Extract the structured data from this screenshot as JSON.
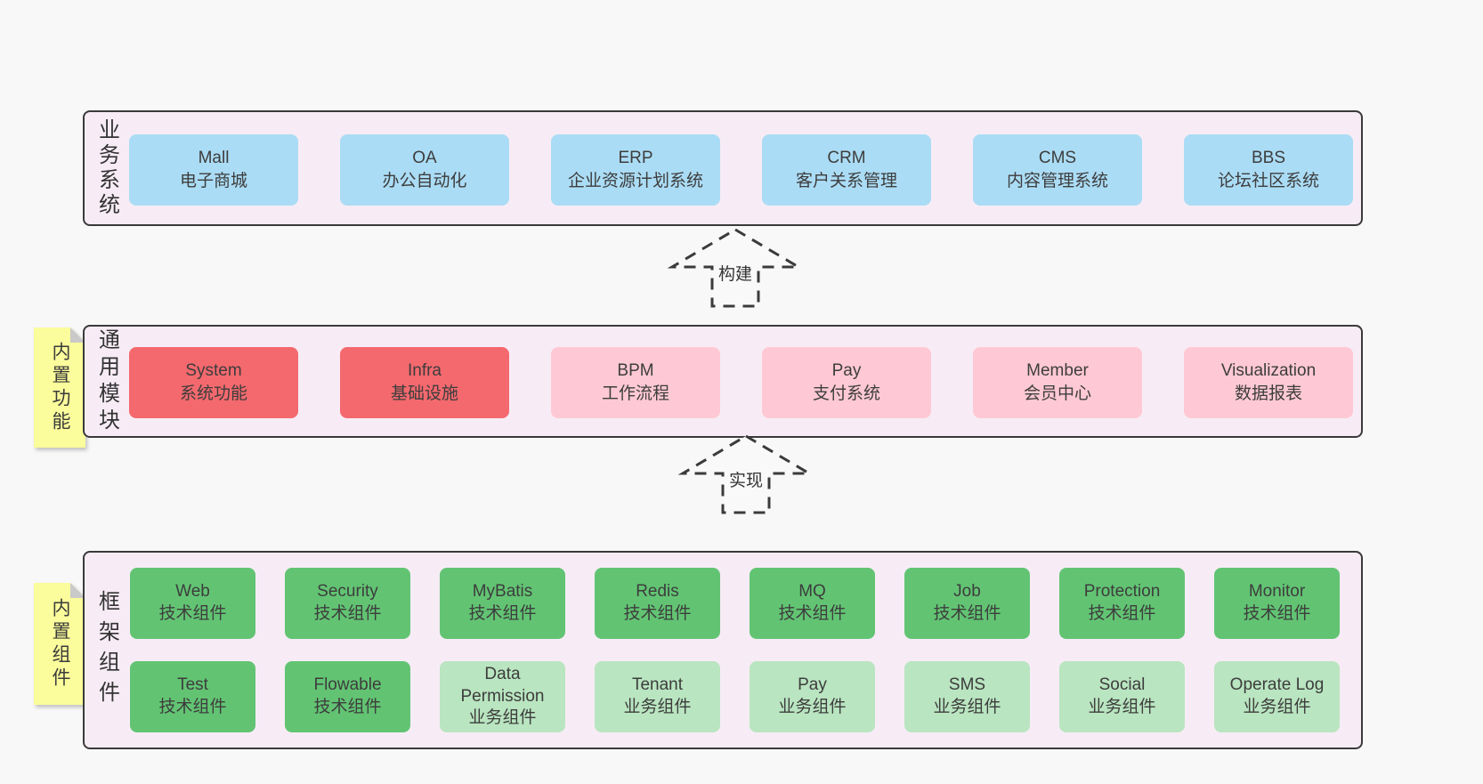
{
  "colors": {
    "page-bg": "#f8f8f8",
    "container-bg": "#f7ecf5",
    "container-border": "#3a3a3a",
    "box-text": "#3d3d3d",
    "blue": "#abdcf5",
    "red": "#f4696e",
    "pink": "#fec9d4",
    "green": "#62c473",
    "light-green": "#b9e5c0",
    "sticky-yellow": "#fbfc9b",
    "sticky-fold": "#c9c9c9"
  },
  "arrows": [
    {
      "label": "构建"
    },
    {
      "label": "实现"
    }
  ],
  "layers": [
    {
      "label": "业务系统",
      "sticky": null,
      "rows": [
        [
          {
            "en": "Mall",
            "zh": "电子商城",
            "type": "blue"
          },
          {
            "en": "OA",
            "zh": "办公自动化",
            "type": "blue"
          },
          {
            "en": "ERP",
            "zh": "企业资源计划系统",
            "type": "blue"
          },
          {
            "en": "CRM",
            "zh": "客户关系管理",
            "type": "blue"
          },
          {
            "en": "CMS",
            "zh": "内容管理系统",
            "type": "blue"
          },
          {
            "en": "BBS",
            "zh": "论坛社区系统",
            "type": "blue"
          }
        ]
      ]
    },
    {
      "label": "通用模块",
      "sticky": "内置功能",
      "rows": [
        [
          {
            "en": "System",
            "zh": "系统功能",
            "type": "red"
          },
          {
            "en": "Infra",
            "zh": "基础设施",
            "type": "red"
          },
          {
            "en": "BPM",
            "zh": "工作流程",
            "type": "pink"
          },
          {
            "en": "Pay",
            "zh": "支付系统",
            "type": "pink"
          },
          {
            "en": "Member",
            "zh": "会员中心",
            "type": "pink"
          },
          {
            "en": "Visualization",
            "zh": "数据报表",
            "type": "pink"
          }
        ]
      ]
    },
    {
      "label": "框架组件",
      "sticky": "内置组件",
      "rows": [
        [
          {
            "en": "Web",
            "zh": "技术组件",
            "type": "green"
          },
          {
            "en": "Security",
            "zh": "技术组件",
            "type": "green"
          },
          {
            "en": "MyBatis",
            "zh": "技术组件",
            "type": "green"
          },
          {
            "en": "Redis",
            "zh": "技术组件",
            "type": "green"
          },
          {
            "en": "MQ",
            "zh": "技术组件",
            "type": "green"
          },
          {
            "en": "Job",
            "zh": "技术组件",
            "type": "green"
          },
          {
            "en": "Protection",
            "zh": "技术组件",
            "type": "green"
          },
          {
            "en": "Monitor",
            "zh": "技术组件",
            "type": "green"
          }
        ],
        [
          {
            "en": "Test",
            "zh": "技术组件",
            "type": "green"
          },
          {
            "en": "Flowable",
            "zh": "技术组件",
            "type": "green"
          },
          {
            "en": "Data Permission",
            "zh": "业务组件",
            "type": "light-green"
          },
          {
            "en": "Tenant",
            "zh": "业务组件",
            "type": "light-green"
          },
          {
            "en": "Pay",
            "zh": "业务组件",
            "type": "light-green"
          },
          {
            "en": "SMS",
            "zh": "业务组件",
            "type": "light-green"
          },
          {
            "en": "Social",
            "zh": "业务组件",
            "type": "light-green"
          },
          {
            "en": "Operate Log",
            "zh": "业务组件",
            "type": "light-green"
          }
        ]
      ]
    }
  ]
}
